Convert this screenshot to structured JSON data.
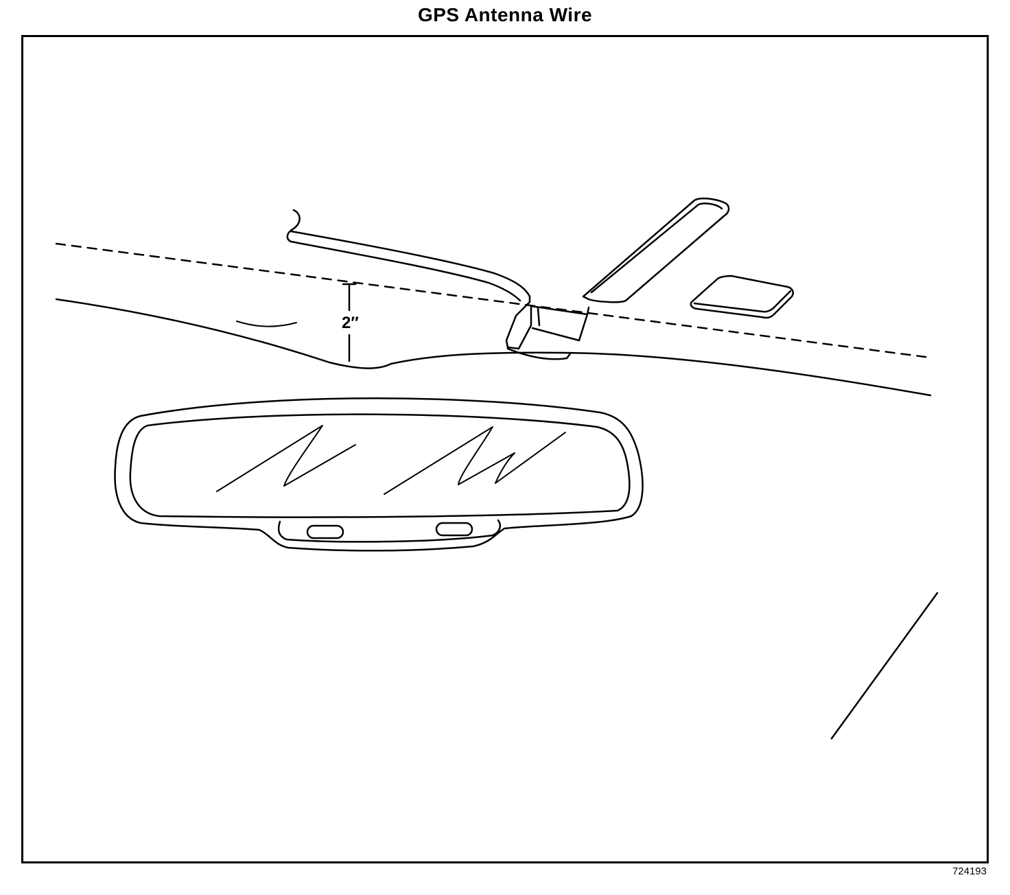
{
  "figure": {
    "title": "GPS Antenna Wire",
    "dimension_label": "2″",
    "figure_id": "724193"
  }
}
